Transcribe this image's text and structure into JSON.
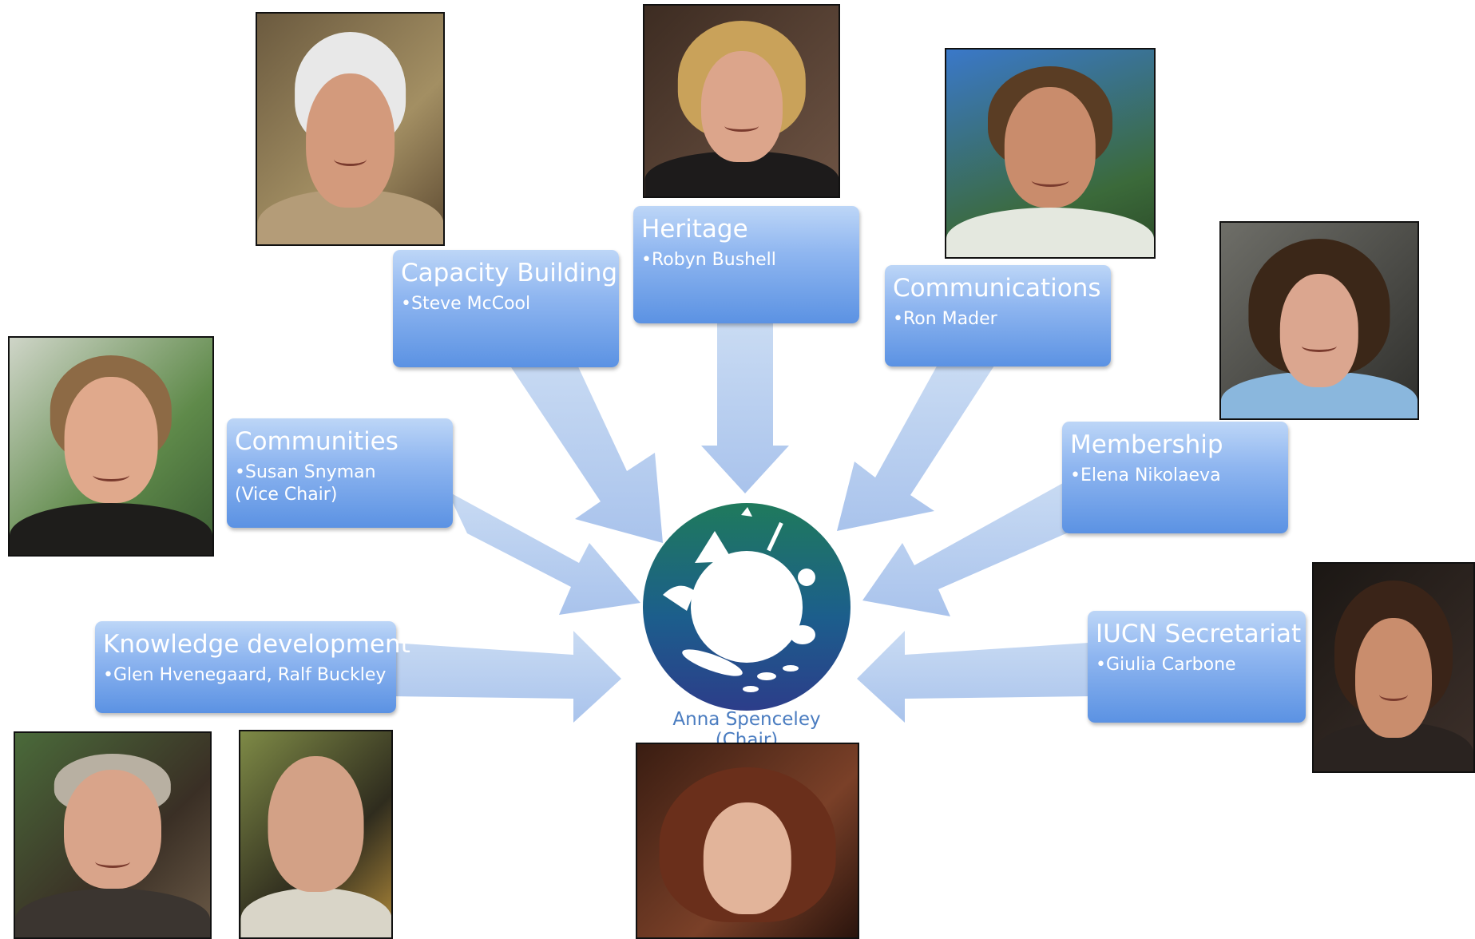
{
  "logo": {
    "name": "protected-areas-tourism-logo",
    "colors": [
      "#1f7a5c",
      "#1c5e8c",
      "#2c3d8a"
    ]
  },
  "chair": {
    "label": "Anna Spenceley (Chair)"
  },
  "groups": [
    {
      "key": "capacity",
      "title": "Capacity Building",
      "member": "•Steve McCool"
    },
    {
      "key": "heritage",
      "title": "Heritage",
      "member": "•Robyn Bushell"
    },
    {
      "key": "communications",
      "title": "Communications",
      "member": "•Ron Mader"
    },
    {
      "key": "communities",
      "title": "Communities",
      "member": "•Susan Snyman\n (Vice Chair)"
    },
    {
      "key": "membership",
      "title": "Membership",
      "member": "•Elena Nikolaeva"
    },
    {
      "key": "knowledge",
      "title": "Knowledge development",
      "member": "•Glen Hvenegaard, Ralf Buckley"
    },
    {
      "key": "iucn",
      "title": "IUCN Secretariat",
      "member": "•Giulia Carbone"
    }
  ],
  "colors": {
    "box_top": "#bdd6f7",
    "box_bottom": "#5b92e3",
    "arrow": "#b7cdee",
    "label": "#4a7cc0"
  }
}
